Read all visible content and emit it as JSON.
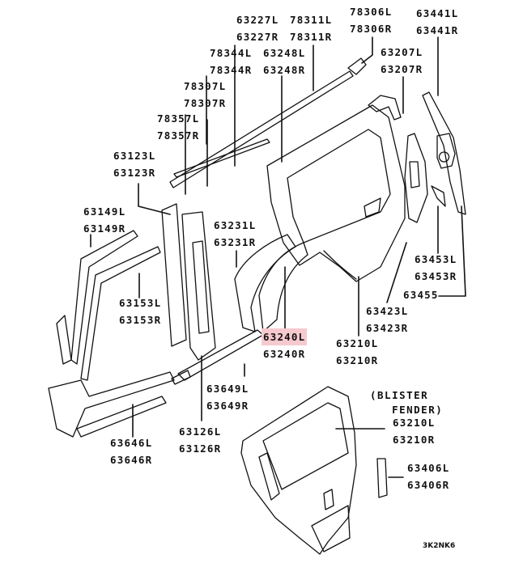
{
  "diagram": {
    "title": "Rear body side panel parts diagram",
    "highlight_color": "#f6c9cf",
    "drawing_code": "3K2NK6",
    "note": "(BLISTER\n   FENDER)",
    "callouts": [
      {
        "id": "c78306",
        "lines": [
          "78306L",
          "78306R"
        ]
      },
      {
        "id": "c63441",
        "lines": [
          "63441L",
          "63441R"
        ]
      },
      {
        "id": "c63227",
        "lines": [
          "63227L",
          "63227R"
        ]
      },
      {
        "id": "c78311",
        "lines": [
          "78311L",
          "78311R"
        ]
      },
      {
        "id": "c78344",
        "lines": [
          "78344L",
          "78344R"
        ]
      },
      {
        "id": "c63248",
        "lines": [
          "63248L",
          "63248R"
        ]
      },
      {
        "id": "c63207",
        "lines": [
          "63207L",
          "63207R"
        ]
      },
      {
        "id": "c78307",
        "lines": [
          "78307L",
          "78307R"
        ]
      },
      {
        "id": "c78357",
        "lines": [
          "78357L",
          "78357R"
        ]
      },
      {
        "id": "c63123",
        "lines": [
          "63123L",
          "63123R"
        ]
      },
      {
        "id": "c63149",
        "lines": [
          "63149L",
          "63149R"
        ]
      },
      {
        "id": "c63231",
        "lines": [
          "63231L",
          "63231R"
        ]
      },
      {
        "id": "c63153",
        "lines": [
          "63153L",
          "63153R"
        ]
      },
      {
        "id": "c63453",
        "lines": [
          "63453L",
          "63453R"
        ]
      },
      {
        "id": "c63455",
        "lines": [
          "63455"
        ]
      },
      {
        "id": "c63423",
        "lines": [
          "63423L",
          "63423R"
        ]
      },
      {
        "id": "c63240",
        "lines": [
          "63240L",
          "63240R"
        ],
        "highlighted": "63240L"
      },
      {
        "id": "c63210a",
        "lines": [
          "63210L",
          "63210R"
        ]
      },
      {
        "id": "c63649",
        "lines": [
          "63649L",
          "63649R"
        ]
      },
      {
        "id": "c63126",
        "lines": [
          "63126L",
          "63126R"
        ]
      },
      {
        "id": "c63646",
        "lines": [
          "63646L",
          "63646R"
        ]
      },
      {
        "id": "c63210b",
        "lines": [
          "63210L",
          "63210R"
        ]
      },
      {
        "id": "c63406",
        "lines": [
          "63406L",
          "63406R"
        ]
      }
    ]
  }
}
